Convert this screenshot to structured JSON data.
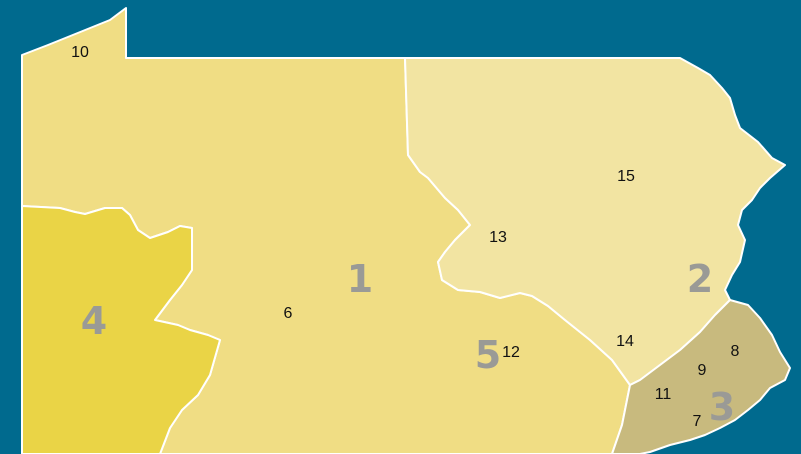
{
  "map": {
    "background": "#006a8e",
    "border_color": "#ffffff",
    "regions": [
      {
        "id": "1",
        "label": "1",
        "color": "#f0dd84"
      },
      {
        "id": "2",
        "label": "2",
        "color": "#f2e4a2"
      },
      {
        "id": "3",
        "label": "3",
        "color": "#c8ba7e"
      },
      {
        "id": "4",
        "label": "4",
        "color": "#ead446"
      },
      {
        "id": "5",
        "label": "5",
        "color": "#f0dd84"
      }
    ],
    "markers": [
      "10",
      "6",
      "13",
      "15",
      "14",
      "12",
      "11",
      "9",
      "8",
      "7"
    ]
  }
}
